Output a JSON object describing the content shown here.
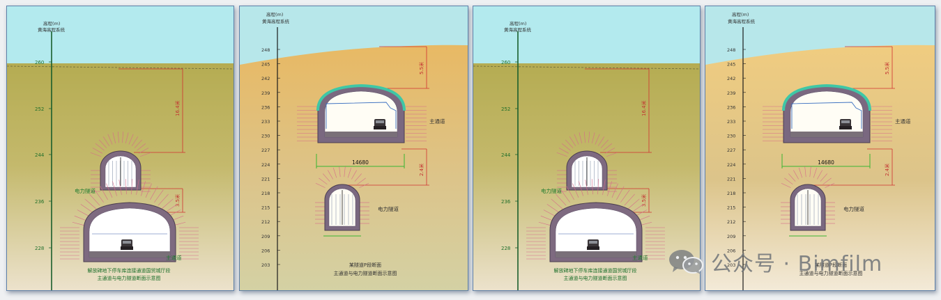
{
  "panels": [
    {
      "variant": "A",
      "header": [
        "高程(m)",
        "黄海高程系统"
      ],
      "elevations": [
        "260",
        "252",
        "244",
        "236",
        "228"
      ],
      "dimensions": [
        "16.4米",
        "3.5米"
      ],
      "labels": {
        "power_tunnel": "电力隧道",
        "main_tunnel": "主通道"
      },
      "caption": [
        "解放碑地下停车库连接通道国贸城厅段",
        "主通道与电力隧道断面示意图"
      ],
      "colors": {
        "sky": "#b3eaee",
        "ground": "#b5ac52",
        "ground_bottom": "#ece2cc"
      }
    },
    {
      "variant": "B",
      "header": [
        "高程(m)",
        "黄海高程系统"
      ],
      "elevations": [
        "248",
        "245",
        "242",
        "239",
        "236",
        "233",
        "230",
        "227",
        "224",
        "221",
        "218",
        "215",
        "212",
        "209",
        "206",
        "203"
      ],
      "dimensions": [
        "5.5米",
        "2.4米",
        "14680"
      ],
      "labels": {
        "power_tunnel": "电力隧道",
        "main_tunnel": "主通道"
      },
      "caption": [
        "某隧道P段断面",
        "主通道与电力隧道断面示意图"
      ],
      "colors": {
        "sky": "#b7e7ea",
        "ground": "#e8b964",
        "ground_bottom": "#d4d1a4"
      }
    },
    {
      "variant": "A",
      "header": [
        "高程(m)",
        "黄海高程系统"
      ],
      "elevations": [
        "260",
        "252",
        "244",
        "236",
        "228"
      ],
      "dimensions": [
        "16.4米",
        "3.5米"
      ],
      "labels": {
        "power_tunnel": "电力隧道",
        "main_tunnel": "主通道"
      },
      "caption": [
        "解放碑地下停车库连接通道国贸城厅段",
        "主通道与电力隧道断面示意图"
      ],
      "colors": {
        "sky": "#b3eaee",
        "ground": "#b5ac52",
        "ground_bottom": "#ece2cc"
      }
    },
    {
      "variant": "B",
      "header": [
        "高程(m)",
        "黄海高程系统"
      ],
      "elevations": [
        "248",
        "245",
        "242",
        "239",
        "236",
        "233",
        "230",
        "227",
        "224",
        "221",
        "218",
        "215",
        "212",
        "209",
        "206",
        "203"
      ],
      "dimensions": [
        "5.5米",
        "2.4米",
        "14680"
      ],
      "labels": {
        "power_tunnel": "电力隧道",
        "main_tunnel": "主通道"
      },
      "caption": [
        "某隧道P段断面",
        "主通道与电力隧道断面示意图"
      ],
      "colors": {
        "sky": "#b7e7ea",
        "ground": "#f0cc80",
        "ground_bottom": "#f3ead8"
      }
    }
  ],
  "watermark": {
    "text": "公众号 · Bimfilm",
    "icon": "wechat-icon"
  }
}
